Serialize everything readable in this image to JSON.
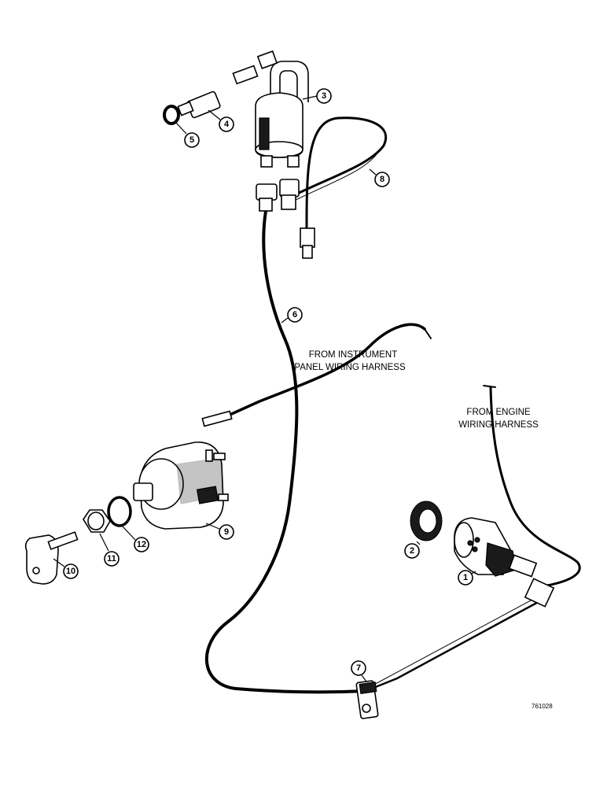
{
  "callouts": [
    "1",
    "2",
    "3",
    "4",
    "5",
    "6",
    "7",
    "8",
    "9",
    "10",
    "11",
    "12"
  ],
  "notes": {
    "instrument_line1": "FROM INSTRUMENT",
    "instrument_line2": "PANEL WIRING HARNESS",
    "engine_line1": "FROM ENGINE",
    "engine_line2": "WIRING HARNESS"
  },
  "reference_number": "761028"
}
